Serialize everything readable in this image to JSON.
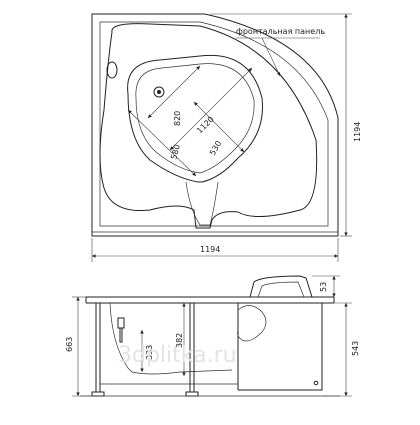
{
  "top_view": {
    "label_front_panel": "фронтальная панель",
    "dim_width": "1194",
    "dim_depth": "1194",
    "inner_820": "820",
    "inner_1120": "1120",
    "inner_580": "580",
    "inner_530": "530"
  },
  "side_view": {
    "dim_total_height": "663",
    "dim_panel_height": "543",
    "dim_rim": "53",
    "dim_inner_depth": "382",
    "dim_seat_depth": "333"
  },
  "watermark": "3dplitka.ru"
}
